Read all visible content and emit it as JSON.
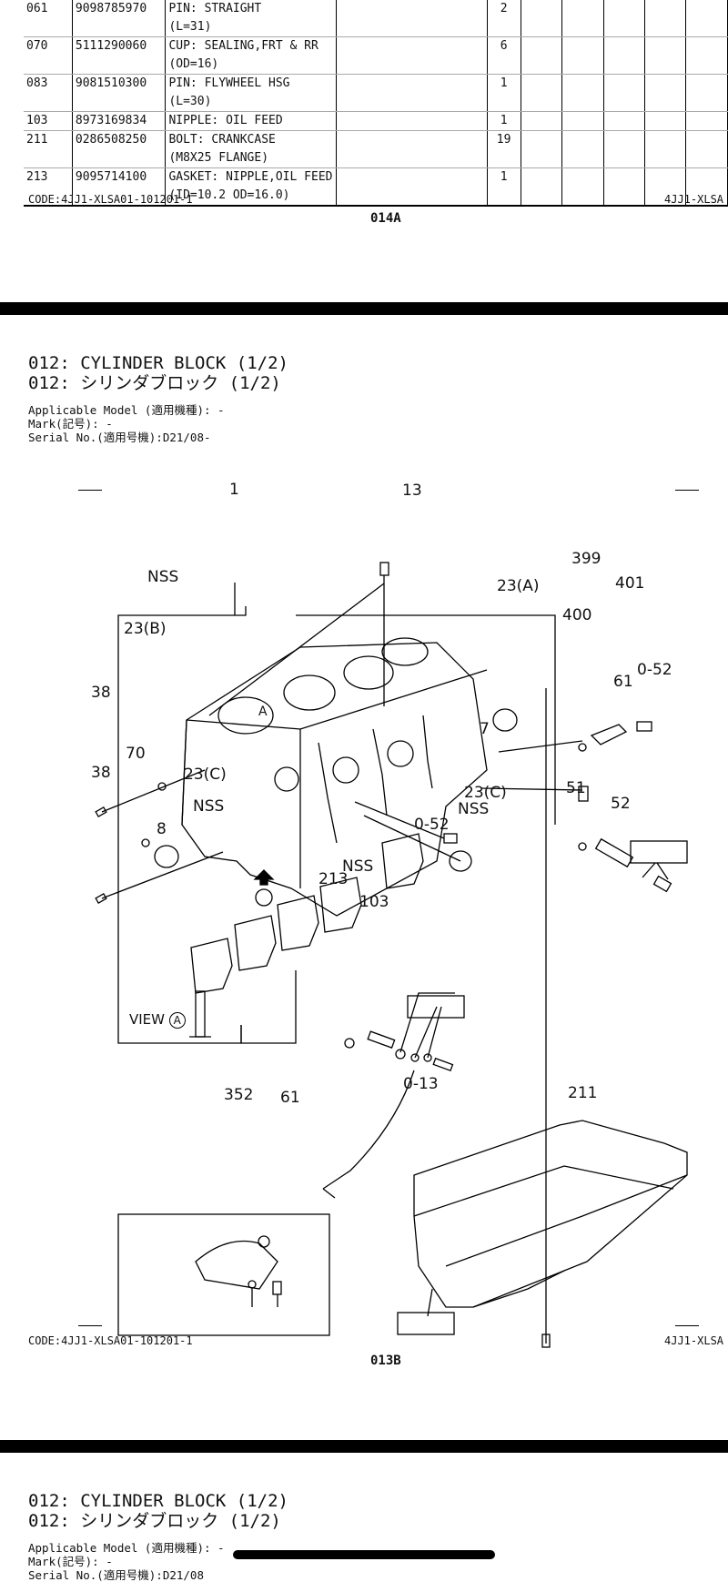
{
  "top_page": {
    "rows": [
      {
        "no": "061",
        "part_no": "9098785970",
        "desc": [
          "PIN: STRAIGHT",
          "(L=31)"
        ],
        "qty": "2"
      },
      {
        "no": "070",
        "part_no": "5111290060",
        "desc": [
          "CUP: SEALING,FRT & RR",
          "(OD=16)"
        ],
        "qty": "6"
      },
      {
        "no": "083",
        "part_no": "9081510300",
        "desc": [
          "PIN: FLYWHEEL HSG",
          "(L=30)"
        ],
        "qty": "1"
      },
      {
        "no": "103",
        "part_no": "8973169834",
        "desc": [
          "NIPPLE: OIL FEED"
        ],
        "qty": "1"
      },
      {
        "no": "211",
        "part_no": "0286508250",
        "desc": [
          "BOLT: CRANKCASE",
          "(M8X25 FLANGE)"
        ],
        "qty": "19"
      },
      {
        "no": "213",
        "part_no": "9095714100",
        "desc": [
          "GASKET: NIPPLE,OIL FEED",
          "(ID=10.2 OD=16.0)"
        ],
        "qty": "1"
      }
    ],
    "code_left": "CODE:4JJ1-XLSA01-101201-1",
    "code_right": "4JJ1-XLSA",
    "page_label": "014A"
  },
  "middle_page": {
    "title_en": "012: CYLINDER BLOCK (1/2)",
    "title_jp": "012: シリンダブロック (1/2)",
    "applicable_model": "Applicable Model (適用機種): -",
    "mark": "Mark(記号): -",
    "serial_no": "Serial No.(適用号機):D21/08-",
    "code_left": "CODE:4JJ1-XLSA01-101201-1",
    "code_right": "4JJ1-XLSA",
    "page_label": "013B"
  },
  "diagram_labels": {
    "l1": "1",
    "l13": "13",
    "nss1": "NSS",
    "l399": "399",
    "l401": "401",
    "l400": "400",
    "l23a": "23(A)",
    "l23b": "23(B)",
    "l38a": "38",
    "l61": "61",
    "l7": "7",
    "l70": "70",
    "l38b": "38",
    "l23c1": "23(C)",
    "l23c2": "23(C)",
    "l51": "51",
    "l52": "52",
    "l052a": "0-52",
    "nss2": "NSS",
    "nss3": "NSS",
    "nss4": "NSS",
    "view_a_mark": "A",
    "l8": "8",
    "l052b": "0-52",
    "l213": "213",
    "l103": "103",
    "view": "VIEW",
    "view_a": "A",
    "l352": "352",
    "l61b": "61",
    "l013": "0-13",
    "l211": "211"
  },
  "bottom_page": {
    "title_en": "012: CYLINDER BLOCK (1/2)",
    "title_jp": "012: シリンダブロック (1/2)",
    "applicable_model": "Applicable Model (適用機種): -",
    "mark": "Mark(記号): -",
    "serial_no": "Serial No.(適用号機):D21/08"
  }
}
